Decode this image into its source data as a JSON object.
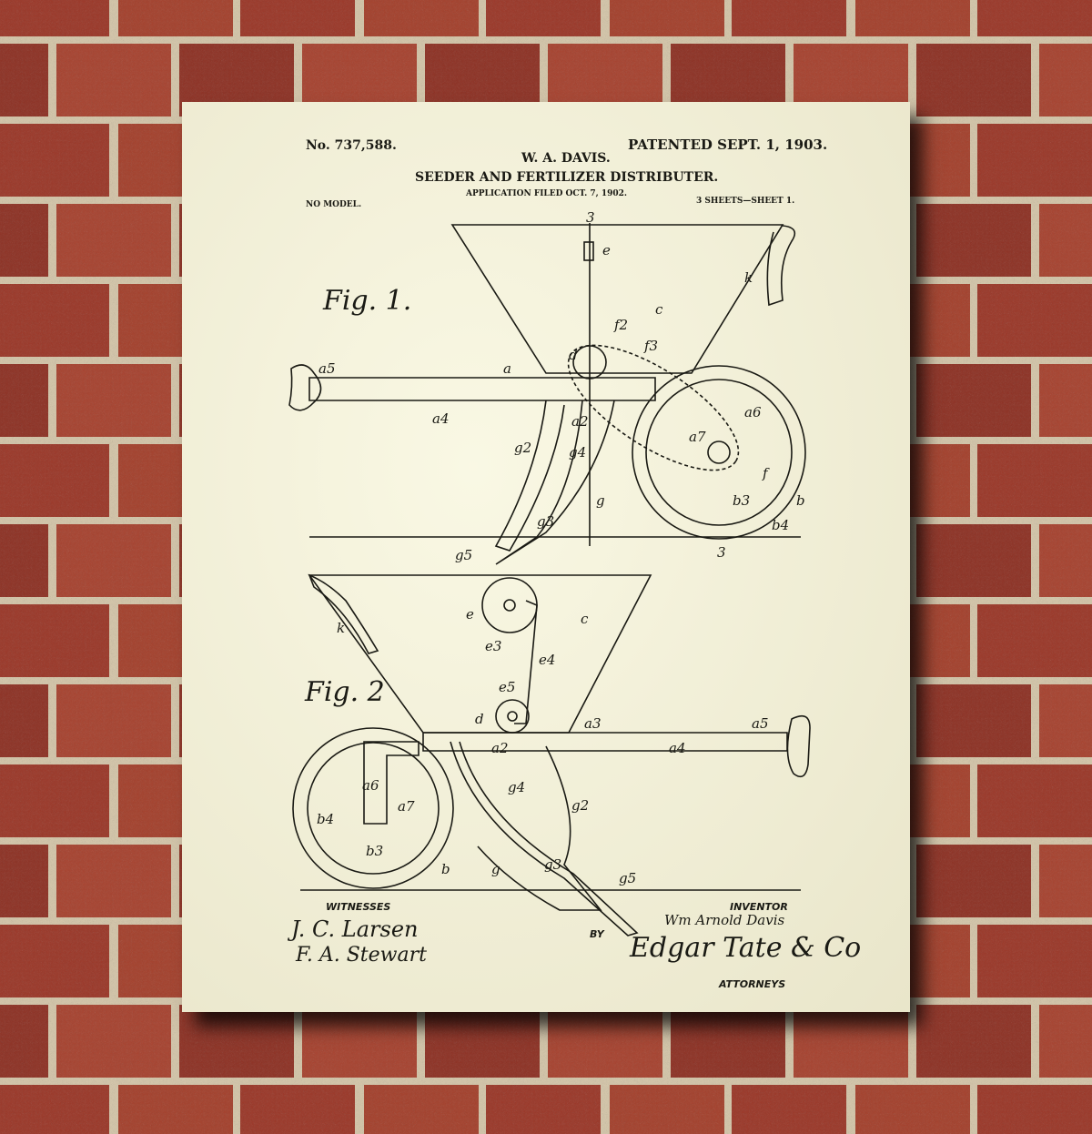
{
  "patent": {
    "number": "No. 737,588.",
    "date": "PATENTED SEPT. 1, 1903.",
    "inventor_name": "W. A. DAVIS.",
    "title": "SEEDER AND FERTILIZER DISTRIBUTER.",
    "application": "APPLICATION FILED OCT. 7, 1902.",
    "model": "NO MODEL.",
    "sheets": "3 SHEETS—SHEET 1."
  },
  "figures": {
    "fig1": "Fig. 1.",
    "fig2": "Fig. 2"
  },
  "labels": {
    "a": "a",
    "a2": "a2",
    "a4": "a4",
    "a5": "a5",
    "a6": "a6",
    "a7": "a7",
    "a3": "a3",
    "b": "b",
    "b3": "b3",
    "b4": "b4",
    "c": "c",
    "d": "d",
    "e": "e",
    "e3": "e3",
    "e4": "e4",
    "e5": "e5",
    "f": "f",
    "f2": "f2",
    "f3": "f3",
    "g": "g",
    "g2": "g2",
    "g3": "g3",
    "g4": "g4",
    "g5": "g5",
    "k": "k",
    "s3": "3"
  },
  "footer": {
    "witnesses_label": "WITNESSES",
    "witness1": "J. C. Larsen",
    "witness2": "F. A. Stewart",
    "by_label": "BY",
    "inventor_label": "INVENTOR",
    "inventor_sig": "Wm Arnold Davis",
    "attorney_sig": "Edgar Tate & Co",
    "attorneys_label": "ATTORNEYS"
  },
  "colors": {
    "paper": "#f4f1d8",
    "ink": "#1a1a14",
    "brick": "#9a3a2c",
    "mortar": "#d9cdb4"
  }
}
